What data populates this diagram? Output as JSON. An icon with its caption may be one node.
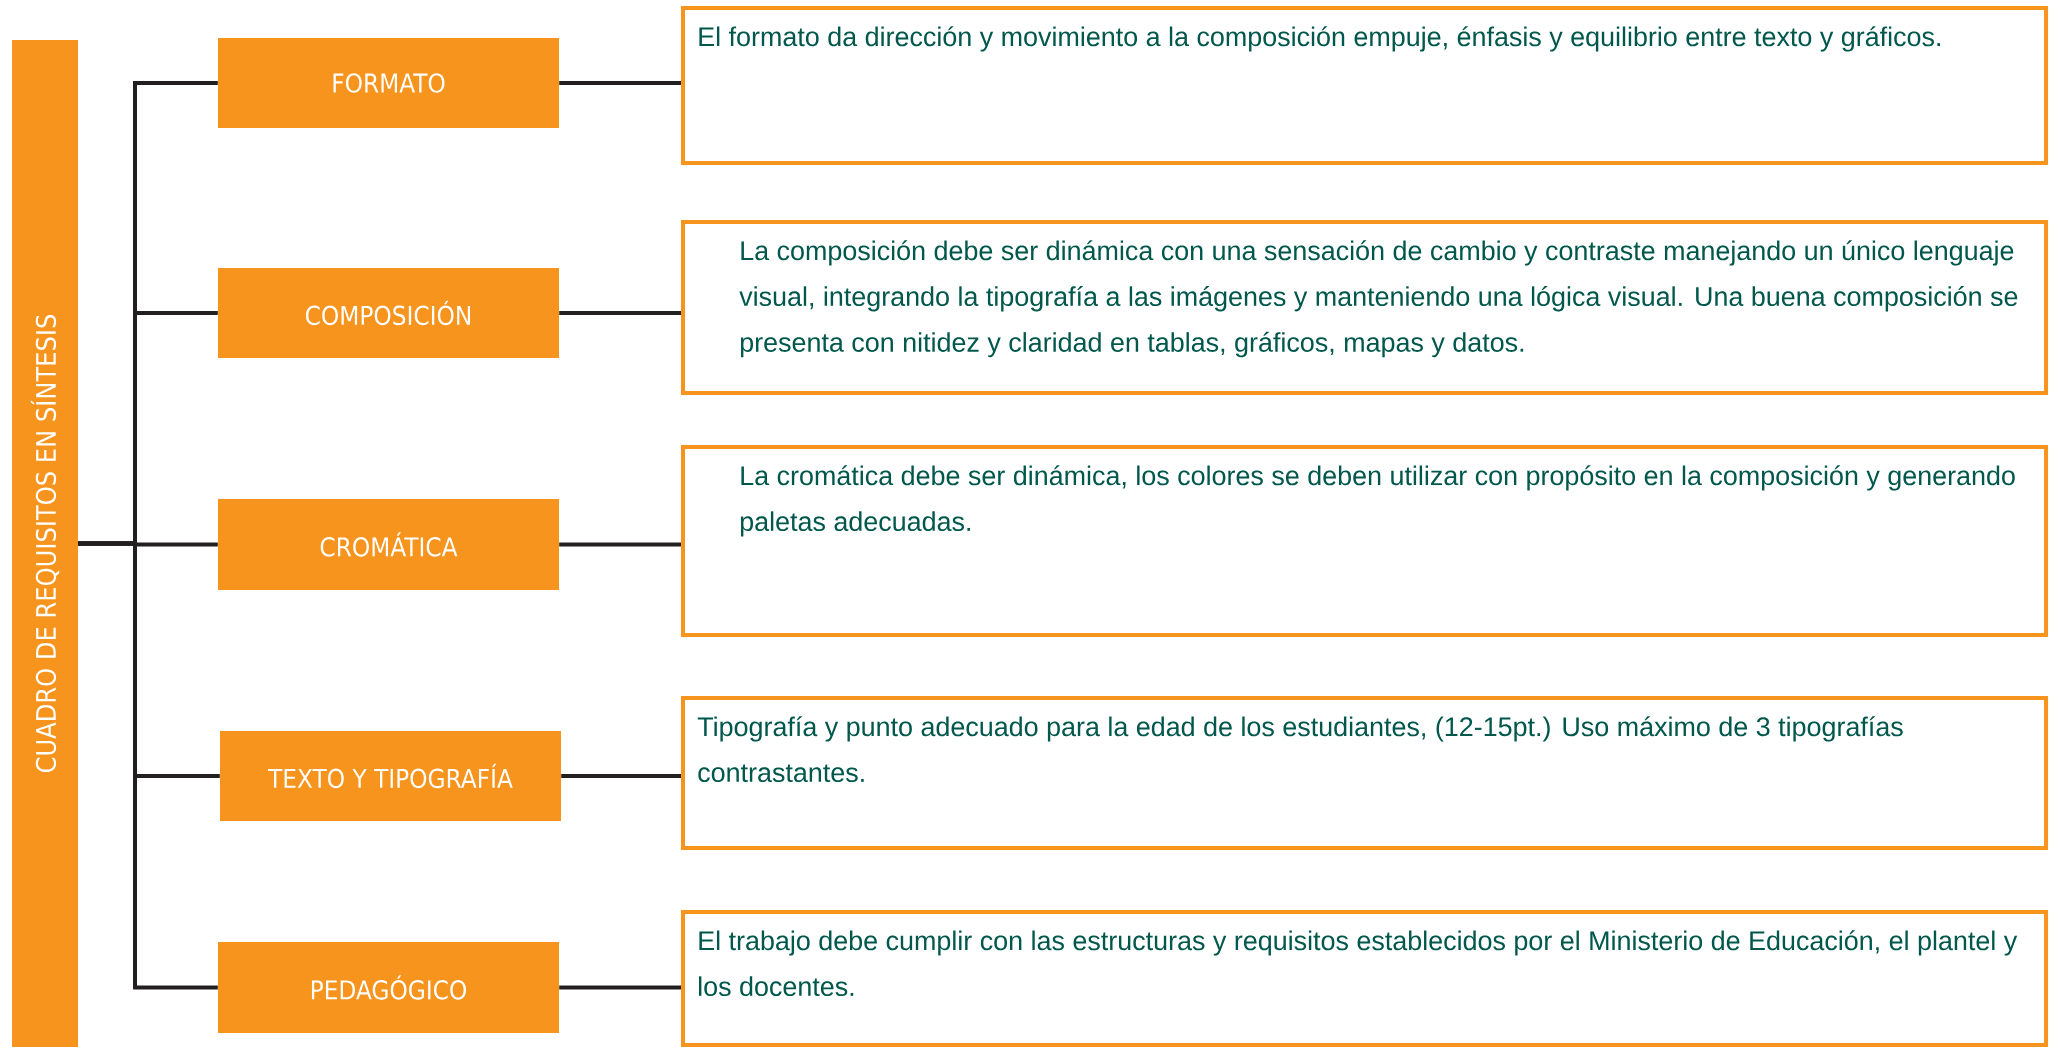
{
  "diagram": {
    "nodes": [
      {
        "text": [
          "CUADRO DE REQUISITOS EN SÍNTESIS"
        ]
      },
      {
        "text": [
          "FORMATO"
        ]
      },
      {
        "text": [
          "COMPOSICIÓN"
        ]
      },
      {
        "text": [
          "CROMÁTICA"
        ]
      },
      {
        "text": [
          "TEXTO Y TIPOGRAFÍA"
        ]
      },
      {
        "text": [
          "PEDAGÓGICO"
        ]
      },
      {
        "text": [
          "El formato da dirección y movimiento a la composición empuje, énfasis y equilibrio entre texto y gráficos."
        ]
      },
      {
        "text": [
          "La composición debe ser dinámica con una sensación de cambio y contraste manejando un único lenguaje visual,  integrando la tipografía a las imágenes y manteniendo una lógica visual.  Una buena composición se presenta con nitidez y claridad en tablas, gráficos, mapas y datos."
        ]
      },
      {
        "text": [
          "La cromática debe ser dinámica, los colores se deben utilizar con propósito en la composición y generando paletas adecuadas."
        ]
      },
      {
        "text": [
          "Tipografía y punto adecuado para la edad de los estudiantes, (12-15pt.) Uso máximo de 3 tipografías contrastantes."
        ]
      },
      {
        "text": [
          "El trabajo debe cumplir con las estructuras y requisitos establecidos por el Ministerio de Educación, el plantel y los docentes."
        ]
      }
    ],
    "edges": [
      {
        "from": 0,
        "to": 1,
        "arrow": "none"
      },
      {
        "from": 0,
        "to": 2,
        "arrow": "none"
      },
      {
        "from": 0,
        "to": 3,
        "arrow": "none"
      },
      {
        "from": 0,
        "to": 4,
        "arrow": "none"
      },
      {
        "from": 0,
        "to": 5,
        "arrow": "none"
      },
      {
        "from": 1,
        "to": 6,
        "arrow": "none"
      },
      {
        "from": 2,
        "to": 7,
        "arrow": "none"
      },
      {
        "from": 3,
        "to": 8,
        "arrow": "none"
      },
      {
        "from": 4,
        "to": 9,
        "arrow": "none"
      },
      {
        "from": 5,
        "to": 10,
        "arrow": "none"
      }
    ]
  }
}
